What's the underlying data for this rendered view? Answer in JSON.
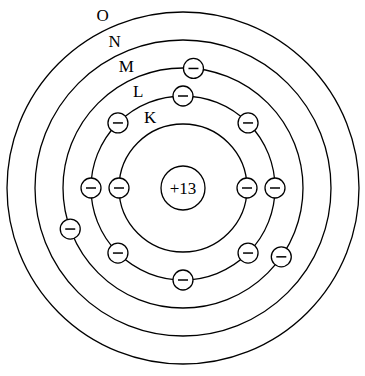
{
  "diagram": {
    "nodes": [
      {
        "text": [
          "+13"
        ]
      }
    ],
    "labels": [
      "O",
      "N",
      "M",
      "L",
      "K"
    ]
  }
}
